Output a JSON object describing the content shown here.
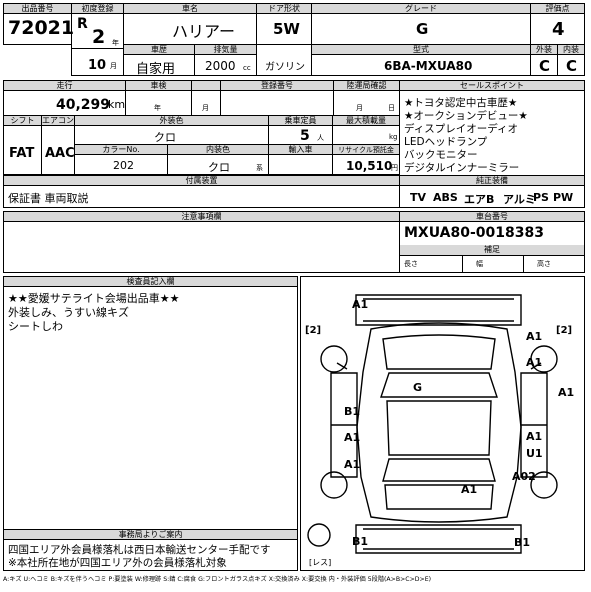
{
  "header": {
    "lot_label": "出品番号",
    "lot_number": "72021",
    "first_reg_label": "初度登録",
    "era_mark": "R",
    "year": "2",
    "year_unit": "年",
    "month": "10",
    "month_unit": "月",
    "car_name_label": "車名",
    "car_name": "ハリアー",
    "body_type_label": "車歴",
    "usage": "自家用",
    "displacement_label": "排気量",
    "displacement": "2000",
    "displacement_unit": "cc",
    "door_label": "ドア形状",
    "doors": "5W",
    "fuel": "ガソリン",
    "grade_label": "グレード",
    "grade": "G",
    "model_label": "型式",
    "model": "6BA-MXUA80",
    "score_label": "評価点",
    "score": "4",
    "ext_label": "外装",
    "ext_grade": "C",
    "int_label": "内装",
    "int_grade": "C"
  },
  "details": {
    "mileage_label": "走行",
    "mileage": "40,299",
    "mileage_unit": "km",
    "inspection_label": "車検",
    "inspection_year_unit": "年",
    "inspection_month_unit": "月",
    "reg_num_label": "登録番号",
    "inspection_until_label": "陸運局確認",
    "until_month": "月",
    "until_day": "日",
    "shift_label": "シフト",
    "shift": "FAT",
    "ac_label": "エアコン",
    "ac": "AAC",
    "ext_color_label": "外装色",
    "ext_color": "クロ",
    "capacity_label": "乗車定員",
    "capacity": "5",
    "capacity_unit": "人",
    "max_load_label": "最大積載量",
    "max_load_unit": "kg",
    "color_no_label": "カラーNo.",
    "color_no": "202",
    "int_color_label": "内装色",
    "int_color": "クロ",
    "int_color_suffix": "系",
    "import_label": "輸入車",
    "recycle_label": "リサイクル預託金",
    "recycle": "10,510",
    "recycle_unit": "円",
    "accessories_label": "付属装置",
    "documents": "保証書 車両取説",
    "notes_label": "注意事項欄"
  },
  "sales_points": {
    "label": "セールスポイント",
    "items": [
      "★トヨタ認定中古車歴★",
      "★オークションデビュー★",
      "ディスプレイオーディオ",
      "LEDヘッドランプ",
      "バックモニター",
      "デジタルインナーミラー"
    ]
  },
  "equipment": {
    "label": "純正装備",
    "items": [
      "TV",
      "ABS",
      "エアB",
      "アルミ",
      "PS",
      "PW"
    ]
  },
  "chassis": {
    "label": "車台番号",
    "number": "MXUA80-0018383",
    "dims_label": "補足",
    "length": "長さ",
    "width": "幅",
    "height": "高さ"
  },
  "inspector": {
    "label": "検査員記入欄",
    "lines": [
      "★★愛媛サテライト会場出品車★★",
      "外装しみ、うすい線キズ",
      "シートしわ"
    ]
  },
  "office": {
    "label": "事務局よりご案内",
    "lines": [
      "四国エリア外会員様落札は西日本輸送センター手配です",
      "※本社所在地が四国エリア外の会員様落札対象"
    ]
  },
  "diagram": {
    "marks": [
      "A1",
      "[2]",
      "A1",
      "[2]",
      "A1",
      "G",
      "A1",
      "B1",
      "A1",
      "A1",
      "U1",
      "A1",
      "A02",
      "A1",
      "B1",
      "B1"
    ],
    "les_label": "[レス]"
  },
  "legend": "A:キズ U:ヘコミ B:キズを伴うヘコミ P:要塗装 W:修理跡 S:錆 C:腐食 G:フロントガラス点キズ X:交換済み X:要交換 内・外装評価 5段階(A>B>C>D>E)"
}
